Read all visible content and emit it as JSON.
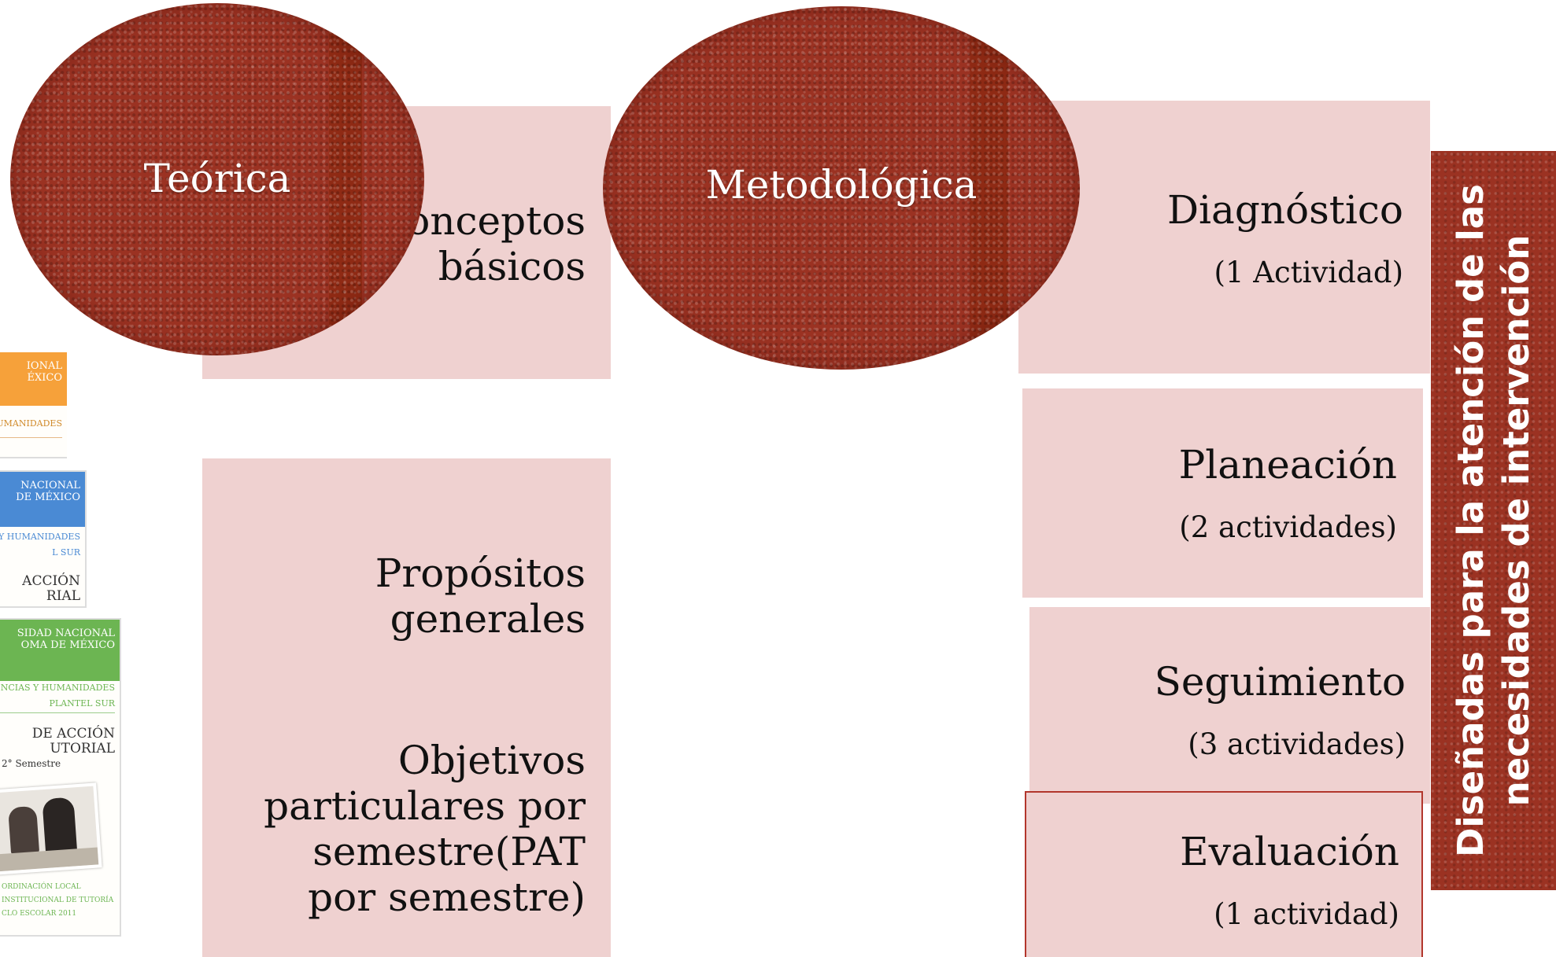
{
  "theory": {
    "ellipse_label": "Teórica",
    "boxes": [
      {
        "text": "Conceptos básicos"
      },
      {
        "text": "Propósitos generales"
      },
      {
        "text": "Objetivos particulares por semestre(PAT por semestre)"
      }
    ]
  },
  "methodology": {
    "ellipse_label": "Metodológica",
    "phases": [
      {
        "title": "Diagnóstico",
        "detail": "(1 Actividad)"
      },
      {
        "title": "Planeación",
        "detail": "(2 actividades)"
      },
      {
        "title": "Seguimiento",
        "detail": "(3 actividades)"
      },
      {
        "title": "Evaluación",
        "detail": "(1 actividad)"
      }
    ]
  },
  "banner": {
    "text": "Diseñadas para  la atención de las necesidades de intervención"
  },
  "covers": [
    {
      "band_color": "#f6a13a",
      "band_text": "IONAL\nÉXICO",
      "line1": "UMANIDADES"
    },
    {
      "band_color": "#4a8ad4",
      "band_text": "NACIONAL\nDE MÉXICO",
      "line1": "AS Y HUMANIDADES",
      "line2": "L SUR",
      "title": "ACCIÓN\nRIAL"
    },
    {
      "band_color": "#6cb552",
      "band_text": "SIDAD NACIONAL\nOMA DE MÉXICO",
      "line1": "IENCIAS Y HUMANIDADES",
      "line2": "PLANTEL SUR",
      "title": " DE ACCIÓN\nUTORIAL",
      "subtitle": "2° Semestre",
      "footer1": "ORDINACIÓN LOCAL",
      "footer2": "INSTITUCIONAL DE TUTORÍA",
      "footer3": "CLO ESCOLAR 2011"
    }
  ],
  "colors": {
    "box_fill": "#efd1d0",
    "accent": "#9b3222",
    "highlight_border": "#b2362c"
  }
}
